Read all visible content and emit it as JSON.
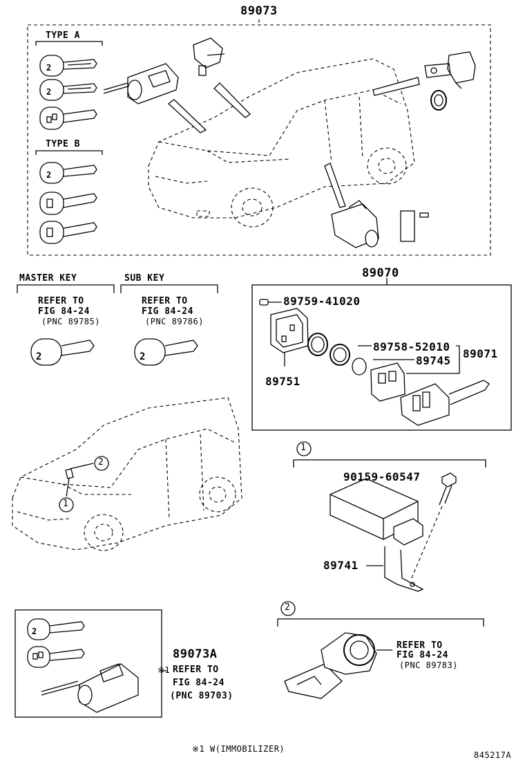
{
  "labels": {
    "kit_89073": "89073",
    "type_a": "TYPE A",
    "type_b": "TYPE B",
    "master_key": "MASTER KEY",
    "sub_key": "SUB KEY",
    "master_refer_1": "REFER TO",
    "master_refer_2": "FIG 84-24",
    "master_refer_3": "(PNC 89785)",
    "sub_refer_1": "REFER TO",
    "sub_refer_2": "FIG 84-24",
    "sub_refer_3": "(PNC 89786)",
    "kit_89070": "89070",
    "pn_89759": "89759-41020",
    "pn_89758": "89758-52010",
    "pn_89745": "89745",
    "pn_89071": "89071",
    "pn_89751": "89751",
    "callout_1": "1",
    "callout_2": "2",
    "pn_90159": "90159-60547",
    "pn_89741": "89741",
    "pn_89073a": "89073A",
    "ref_mark": "※1",
    "a_refer_1": "REFER TO",
    "a_refer_2": "FIG 84-24",
    "a_refer_3": "(PNC 89703)",
    "c2_refer_1": "REFER TO",
    "c2_refer_2": "FIG 84-24",
    "c2_refer_3": "(PNC 89783)",
    "footnote": "※1 W(IMMOBILIZER)",
    "diagram_id": "845217A"
  }
}
